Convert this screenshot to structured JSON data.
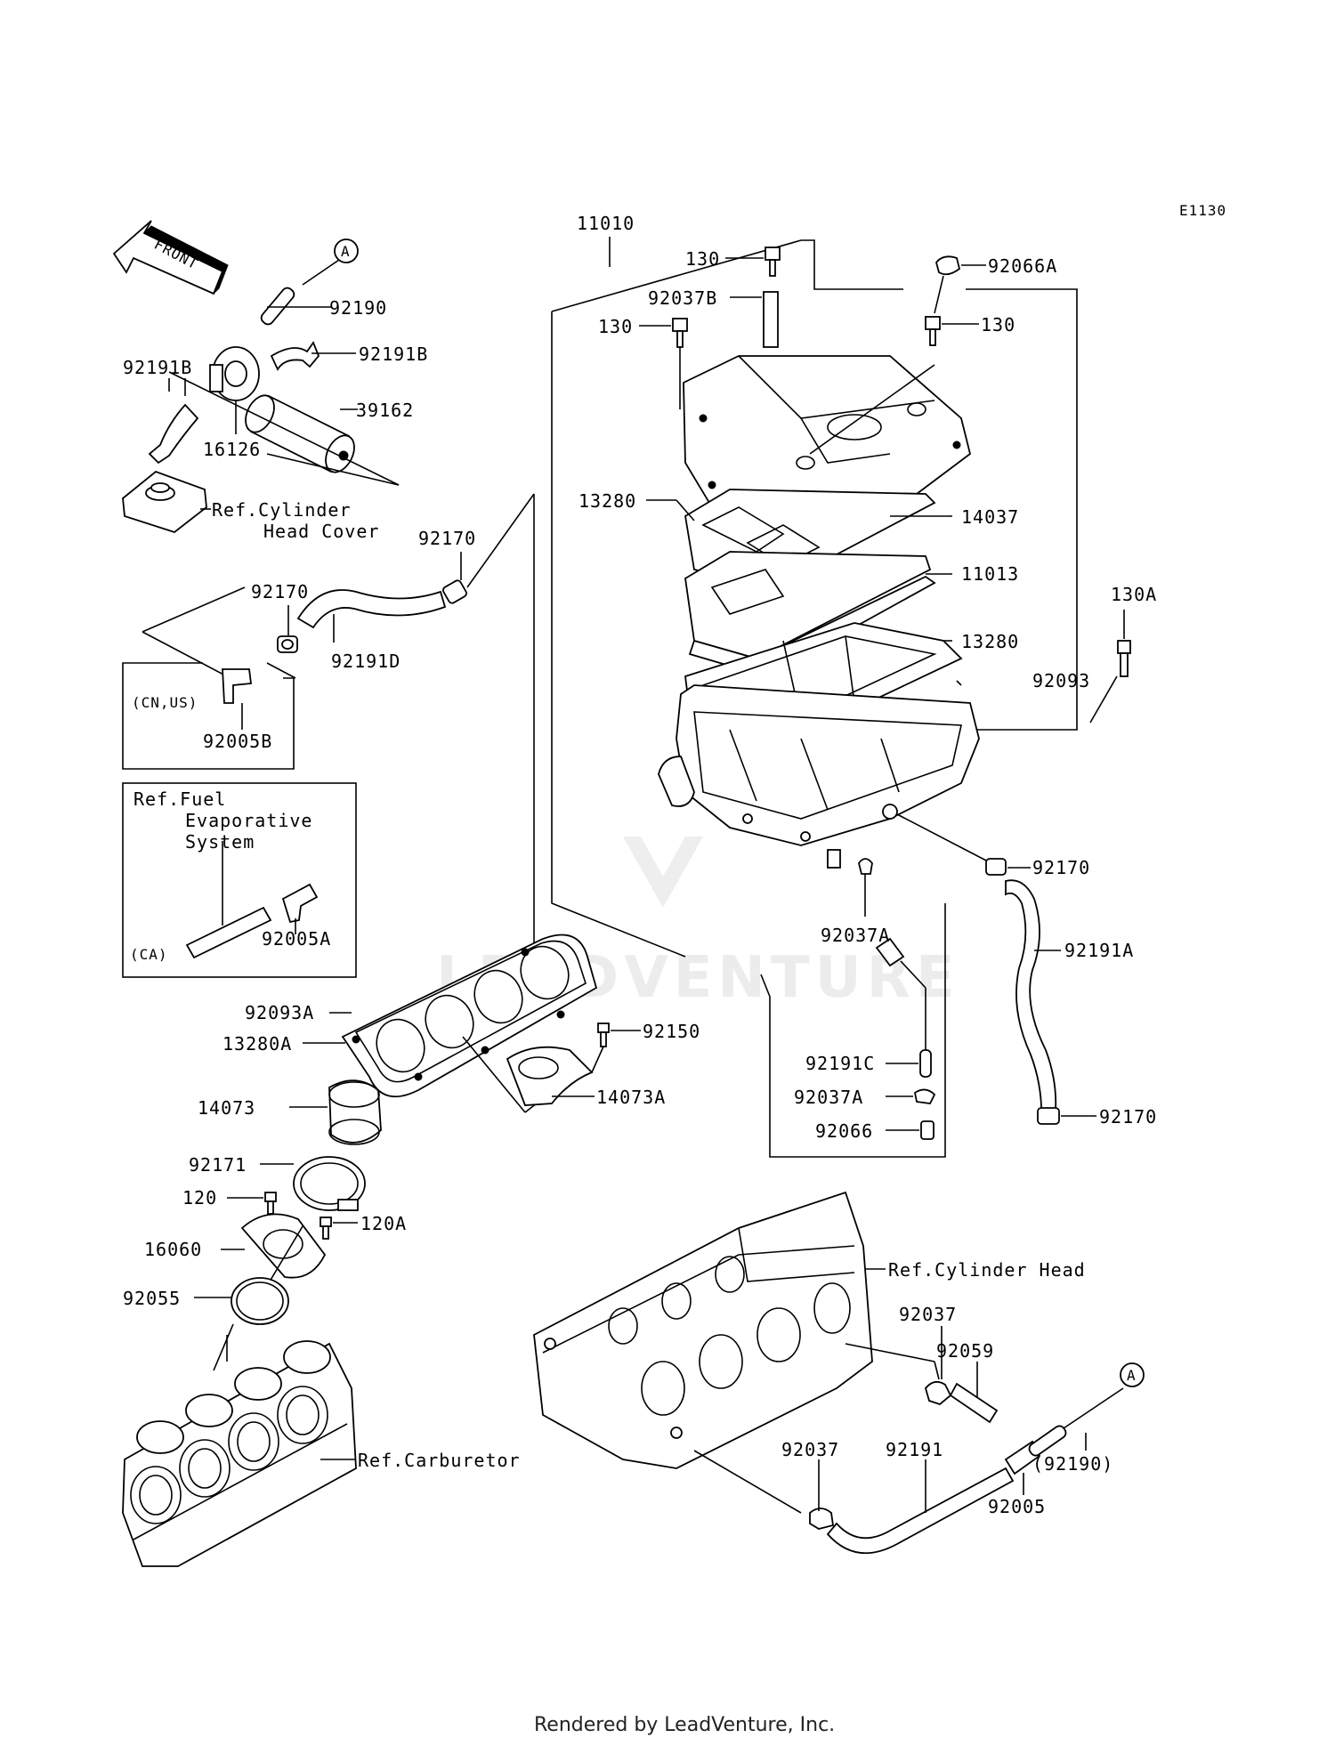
{
  "diagram_code": "E1130",
  "front_arrow": "FRONT",
  "connector_label": "A",
  "callouts": {
    "p92190_top": "92190",
    "p92191b_right": "92191B",
    "p92191b_left": "92191B",
    "p39162": "39162",
    "p16126": "16126",
    "ref_cyl_head_cover_1": "Ref.Cylinder",
    "ref_cyl_head_cover_2": "Head Cover",
    "p92170_upper": "92170",
    "p92170_left": "92170",
    "p92191d": "92191D",
    "cn_us": "(CN,US)",
    "p92005b": "92005B",
    "ref_fuel_1": "Ref.Fuel",
    "ref_fuel_2": "Evaporative",
    "ref_fuel_3": "System",
    "ca": "(CA)",
    "p92005a": "92005A",
    "p11010": "11010",
    "p130_top": "130",
    "p92037b": "92037B",
    "p130_left": "130",
    "p92066a": "92066A",
    "p130_right": "130",
    "p13280_top": "13280",
    "p14037": "14037",
    "p11013": "11013",
    "p13280_mid": "13280",
    "p92093": "92093",
    "p130a": "130A",
    "p92170_right": "92170",
    "p92037a_top": "92037A",
    "p92191a": "92191A",
    "p92191c": "92191C",
    "p92037a_low": "92037A",
    "p92066": "92066",
    "p92170_bottom": "92170",
    "p92093a": "92093A",
    "p13280a": "13280A",
    "p92150": "92150",
    "p14073a": "14073A",
    "p14073": "14073",
    "p92171": "92171",
    "p120": "120",
    "p120a": "120A",
    "p16060": "16060",
    "p92055": "92055",
    "ref_cyl_head": "Ref.Cylinder Head",
    "p92037_right": "92037",
    "p92059": "92059",
    "p92037_left": "92037",
    "p92191": "92191",
    "p92190_paren": "(92190)",
    "p92005": "92005",
    "ref_carb": "Ref.Carburetor"
  },
  "watermark": "LEADVENTURE",
  "footer": "Rendered by LeadVenture, Inc."
}
